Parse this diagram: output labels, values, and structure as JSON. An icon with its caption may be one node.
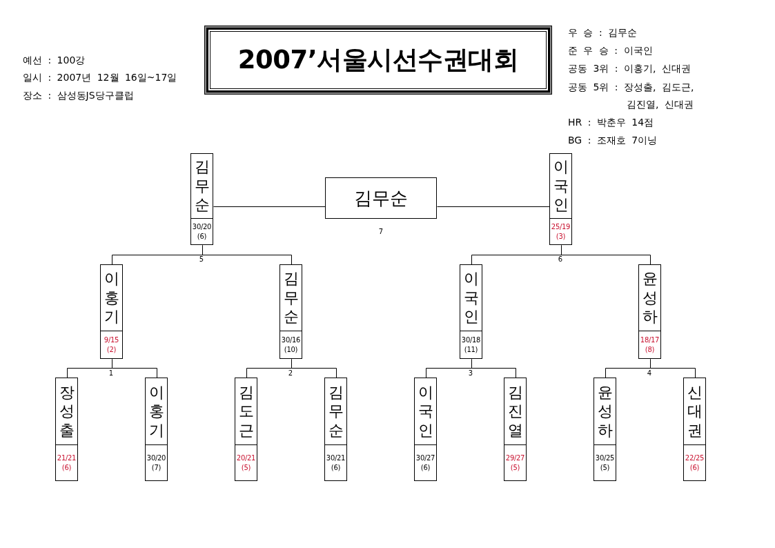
{
  "diagram": {
    "title": "2007’서울시선수권대회",
    "nodes": [
      {
        "text": [
          "김무순",
          "30/20 (6)"
        ]
      },
      {
        "text": [
          "김무순"
        ]
      },
      {
        "text": [
          "이국인",
          "25/19 (3)"
        ]
      },
      {
        "text": [
          "이홍기",
          "9/15 (2)"
        ]
      },
      {
        "text": [
          "김무순",
          "30/16 (10)"
        ]
      },
      {
        "text": [
          "이국인",
          "30/18 (11)"
        ]
      },
      {
        "text": [
          "윤성하",
          "18/17 (8)"
        ]
      },
      {
        "text": [
          "장성출",
          "21/21 (6)"
        ]
      },
      {
        "text": [
          "이홍기",
          "30/20 (7)"
        ]
      },
      {
        "text": [
          "김도근",
          "20/21 (5)"
        ]
      },
      {
        "text": [
          "김무순",
          "30/21 (6)"
        ]
      },
      {
        "text": [
          "이국인",
          "30/27 (6)"
        ]
      },
      {
        "text": [
          "김진열",
          "29/27 (5)"
        ]
      },
      {
        "text": [
          "윤성하",
          "30/25 (5)"
        ]
      },
      {
        "text": [
          "신대권",
          "22/25 (6)"
        ]
      }
    ],
    "edges": [
      {
        "from": 1,
        "to": 0,
        "arrow": "none"
      },
      {
        "from": 1,
        "to": 2,
        "arrow": "none"
      },
      {
        "from": 0,
        "to": 3,
        "arrow": "none"
      },
      {
        "from": 0,
        "to": 4,
        "arrow": "none"
      },
      {
        "from": 2,
        "to": 5,
        "arrow": "none"
      },
      {
        "from": 2,
        "to": 6,
        "arrow": "none"
      },
      {
        "from": 3,
        "to": 7,
        "arrow": "none"
      },
      {
        "from": 3,
        "to": 8,
        "arrow": "none"
      },
      {
        "from": 4,
        "to": 9,
        "arrow": "none"
      },
      {
        "from": 4,
        "to": 10,
        "arrow": "none"
      },
      {
        "from": 5,
        "to": 11,
        "arrow": "none"
      },
      {
        "from": 5,
        "to": 12,
        "arrow": "none"
      },
      {
        "from": 6,
        "to": 13,
        "arrow": "none"
      },
      {
        "from": 6,
        "to": 14,
        "arrow": "none"
      }
    ],
    "labels": [
      "예선 : 100강",
      "일시 : 2007년 12월 16일~17일",
      "장소 : 삼성동JS당구클럽",
      "우 승 : 김무순",
      "준 우 승 : 이국인",
      "공동 3위 : 이홍기, 신대권",
      "공동 5위 : 장성출, 김도근, 김진열, 신대권",
      "HR : 박춘우 14점",
      "BG : 조재호 7이닝",
      "7",
      "5",
      "6",
      "1",
      "2",
      "3",
      "4"
    ]
  }
}
